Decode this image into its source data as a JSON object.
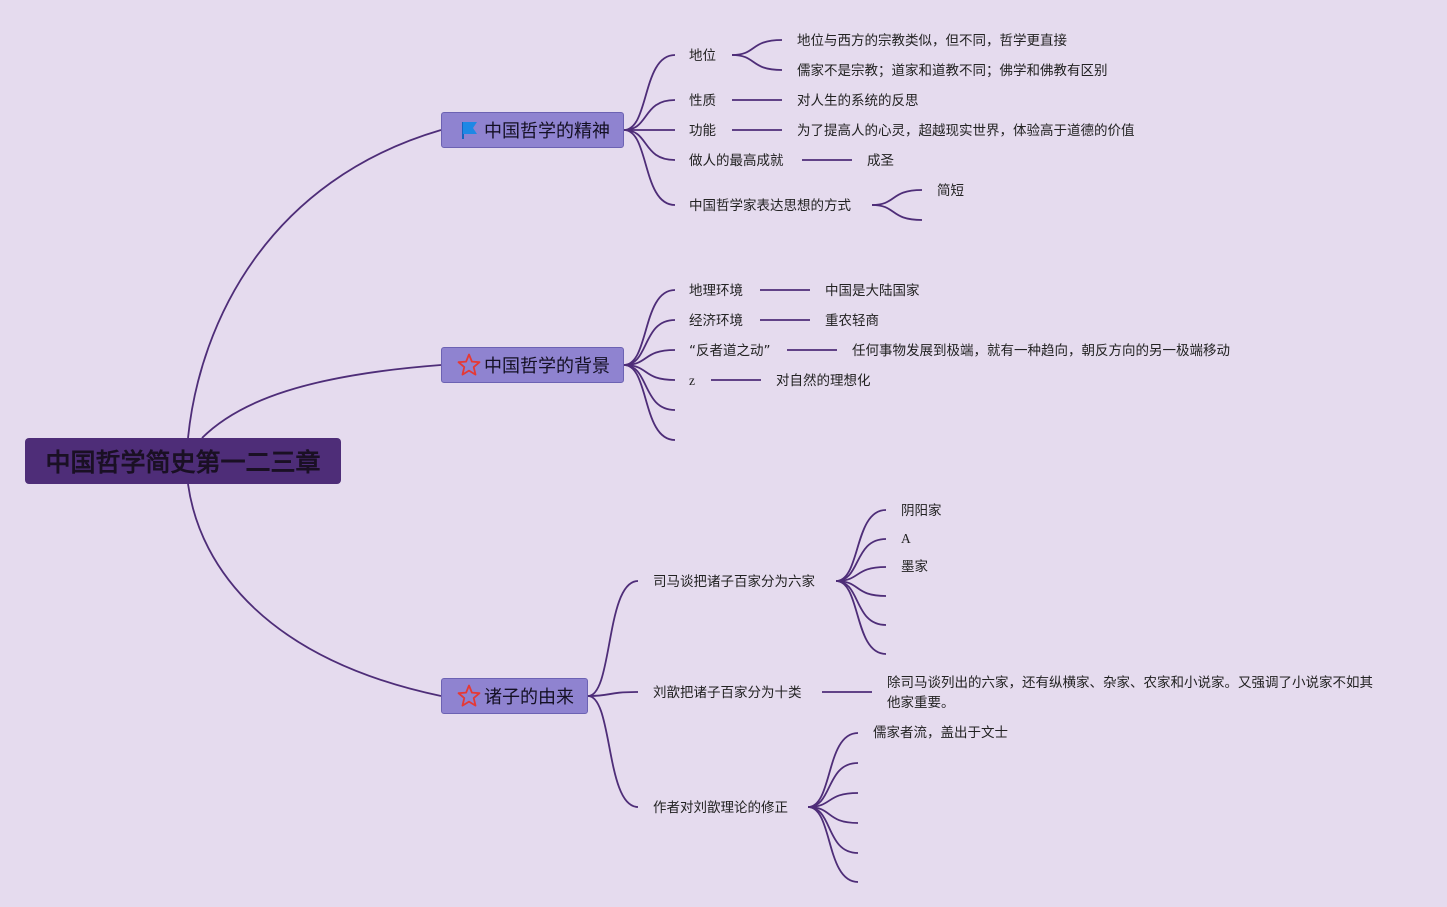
{
  "root": {
    "title": "中国哲学简史第一二三章"
  },
  "colors": {
    "background": "#e5dbee",
    "root_fill": "#4e2d78",
    "topic_fill": "#8f83d0",
    "line": "#4e2d78",
    "flag": "#1e88e5",
    "star": "#e53935"
  },
  "branches": [
    {
      "title": "中国哲学的精神",
      "icon": "flag-icon",
      "children": [
        {
          "label": "地位",
          "children": [
            "地位与西方的宗教类似，但不同，哲学更直接",
            "儒家不是宗教；道家和道教不同；佛学和佛教有区别"
          ]
        },
        {
          "label": "性质",
          "children": [
            "对人生的系统的反思"
          ]
        },
        {
          "label": "功能",
          "children": [
            "为了提高人的心灵，超越现实世界，体验高于道德的价值"
          ]
        },
        {
          "label": "做人的最高成就",
          "children": [
            "成圣"
          ]
        },
        {
          "label": "中国哲学家表达思想的方式",
          "children": [
            "简短",
            ""
          ]
        }
      ]
    },
    {
      "title": "中国哲学的背景",
      "icon": "star-icon",
      "children": [
        {
          "label": "地理环境",
          "children": [
            "中国是大陆国家"
          ]
        },
        {
          "label": "经济环境",
          "children": [
            "重农轻商"
          ]
        },
        {
          "label": "“反者道之动”",
          "children": [
            "任何事物发展到极端，就有一种趋向，朝反方向的另一极端移动"
          ]
        },
        {
          "label": "z",
          "children": [
            "对自然的理想化"
          ]
        },
        {
          "label": "",
          "children": []
        },
        {
          "label": "",
          "children": []
        }
      ]
    },
    {
      "title": "诸子的由来",
      "icon": "star-icon",
      "children": [
        {
          "label": "司马谈把诸子百家分为六家",
          "children": [
            "阴阳家",
            "A",
            "墨家",
            "",
            "",
            ""
          ]
        },
        {
          "label": "刘歆把诸子百家分为十类",
          "children": [
            "除司马谈列出的六家，还有纵横家、杂家、农家和小说家。又强调了小说家不如其他家重要。"
          ]
        },
        {
          "label": "作者对刘歆理论的修正",
          "children": [
            "儒家者流，盖出于文士",
            "",
            "",
            "",
            "",
            ""
          ]
        }
      ]
    }
  ]
}
